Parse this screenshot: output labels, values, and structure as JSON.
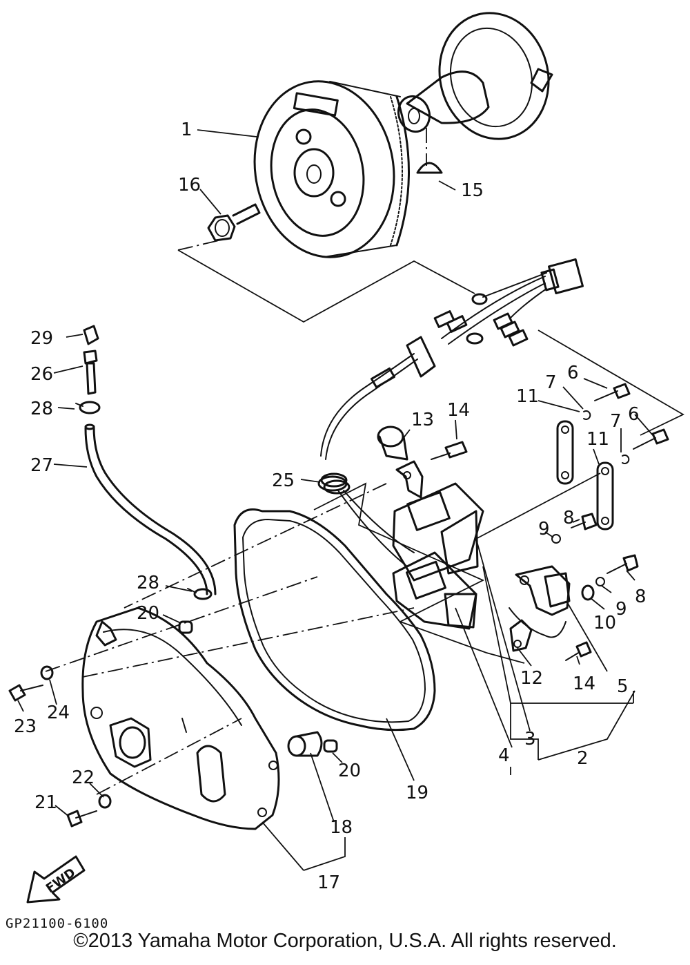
{
  "diagram": {
    "callouts": {
      "c1": "1",
      "c2": "2",
      "c3": "3",
      "c4": "4",
      "c5": "5",
      "c6a": "6",
      "c6b": "6",
      "c7a": "7",
      "c7b": "7",
      "c8a": "8",
      "c8b": "8",
      "c9a": "9",
      "c9b": "9",
      "c10": "10",
      "c11a": "11",
      "c11b": "11",
      "c12": "12",
      "c13": "13",
      "c14a": "14",
      "c14b": "14",
      "c15": "15",
      "c16": "16",
      "c17": "17",
      "c18": "18",
      "c19": "19",
      "c20a": "20",
      "c20b": "20",
      "c21": "21",
      "c22": "22",
      "c23": "23",
      "c24": "24",
      "c25": "25",
      "c26": "26",
      "c27": "27",
      "c28a": "28",
      "c28b": "28",
      "c29": "29"
    },
    "fwd_label": "FWD",
    "figure_code": "GP21100-6100",
    "copyright": "©2013 Yamaha Motor Corporation, U.S.A. All rights reserved."
  }
}
